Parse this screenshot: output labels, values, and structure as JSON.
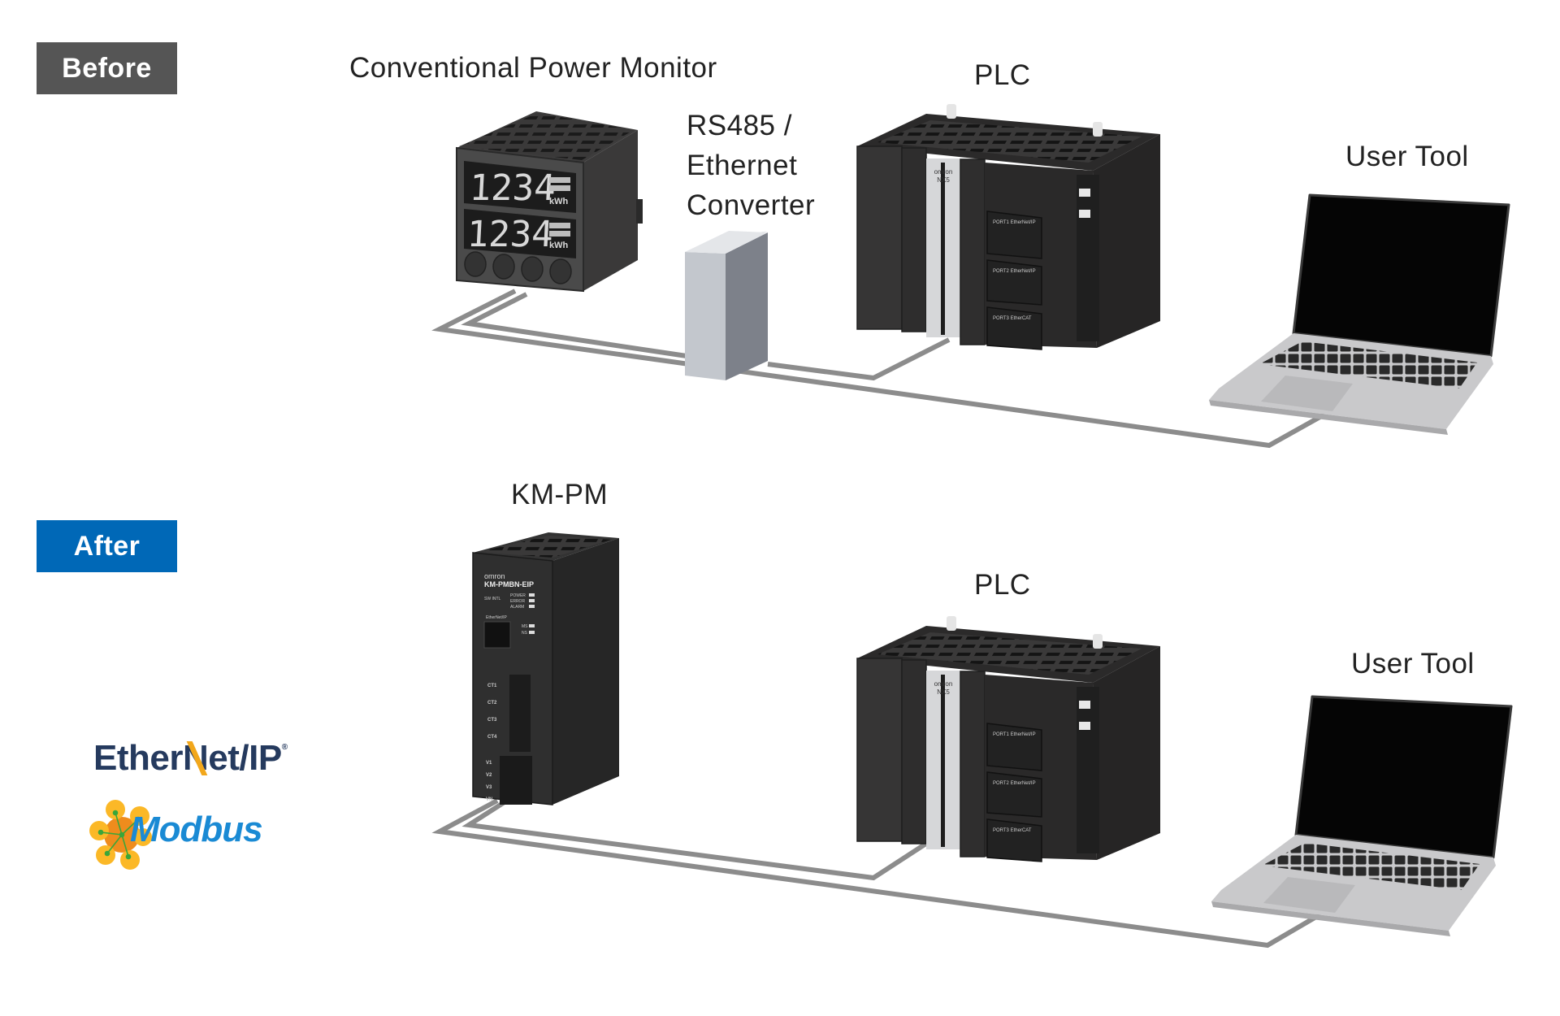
{
  "before": {
    "badge": "Before",
    "badge_color": "#555555",
    "labels": {
      "power_monitor": "Conventional Power Monitor",
      "converter_line1": "RS485 /",
      "converter_line2": "Ethernet",
      "converter_line3": "Converter",
      "plc": "PLC",
      "user_tool": "User Tool"
    },
    "power_monitor_display": {
      "row1_value": "1234",
      "row1_unit": "kWh",
      "row2_value": "1234",
      "row2_unit": "kWh"
    }
  },
  "after": {
    "badge": "After",
    "badge_color": "#0068b7",
    "labels": {
      "km_pm": "KM-PM",
      "plc": "PLC",
      "user_tool": "User Tool"
    },
    "km_pm_device": {
      "brand": "omron",
      "model": "KM-PMBN-EIP",
      "switch_label": "SW INTL",
      "indicators": [
        "POWER",
        "ERROR",
        "ALARM"
      ],
      "port_label": "EtherNet/IP",
      "net_indicators": [
        "MS",
        "NS"
      ],
      "ct_terminals": [
        "CT1",
        "CT2",
        "CT3",
        "CT4"
      ],
      "voltage_terminals": [
        "V1",
        "V2",
        "V3",
        "VN"
      ]
    },
    "protocol_logos": {
      "ethernet_ip_a": "Ether",
      "ethernet_ip_n": "N",
      "ethernet_ip_b": "et/IP",
      "ethernet_ip_reg": "®",
      "modbus": "Modbus"
    }
  },
  "plc_device": {
    "brand": "omron",
    "model": "NX5",
    "ports": [
      "PORT1 EtherNet/IP",
      "PORT2 EtherNet/IP",
      "PORT3 EtherCAT"
    ]
  },
  "colors": {
    "cable": "#8c8c8c",
    "device_dark": "#2e2d2d",
    "converter_front": "#c3c7cd",
    "laptop_body": "#c9c9cb"
  }
}
